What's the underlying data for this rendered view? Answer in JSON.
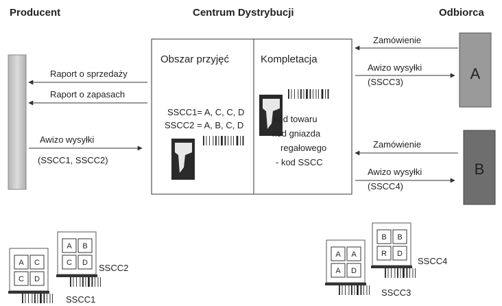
{
  "headers": {
    "producer": "Producent",
    "center": "Centrum Dystrybucji",
    "recipient": "Odbiorca"
  },
  "center_box": {
    "receiving_area": "Obszar przyjęć",
    "picking": "Kompletacja",
    "sscc1_line": "SSCC1= A, C, C, D",
    "sscc2_line": "SSCC2 = A, B, C, D",
    "picking_info": [
      "kod towaru",
      "kod gniazda",
      "regałowego",
      "- kod SSCC"
    ]
  },
  "arrows": {
    "sales_report": "Raport o sprzedaży",
    "stock_report": "Raport o zapasach",
    "shipping_notice_producer": "Awizo wysyłki",
    "shipping_notice_producer_sub": "(SSCC1, SSCC2)",
    "order_a": "Zamówienie",
    "shipping_notice_a": "Awizo wysyłki",
    "shipping_notice_a_sub": "(SSCC3)",
    "order_b": "Zamówienie",
    "shipping_notice_b": "Awizo wysyłki",
    "shipping_notice_b_sub": "(SSCC4)"
  },
  "recipients": {
    "a": "A",
    "b": "B"
  },
  "pallets": {
    "sscc1": {
      "label": "SSCC1",
      "boxes": [
        "A",
        "C",
        "C",
        "D"
      ]
    },
    "sscc2": {
      "label": "SSCC2",
      "boxes": [
        "A",
        "B",
        "C",
        "D"
      ]
    },
    "sscc3": {
      "label": "SSCC3",
      "boxes": [
        "A",
        "A",
        "A",
        "D"
      ]
    },
    "sscc4": {
      "label": "SSCC4",
      "boxes": [
        "B",
        "B",
        "R",
        "D"
      ]
    }
  },
  "colors": {
    "line": "#333333",
    "producer_bar": "#c9c9c9",
    "recipient_a": "#9a9a9a",
    "recipient_b": "#6e6e6e"
  }
}
